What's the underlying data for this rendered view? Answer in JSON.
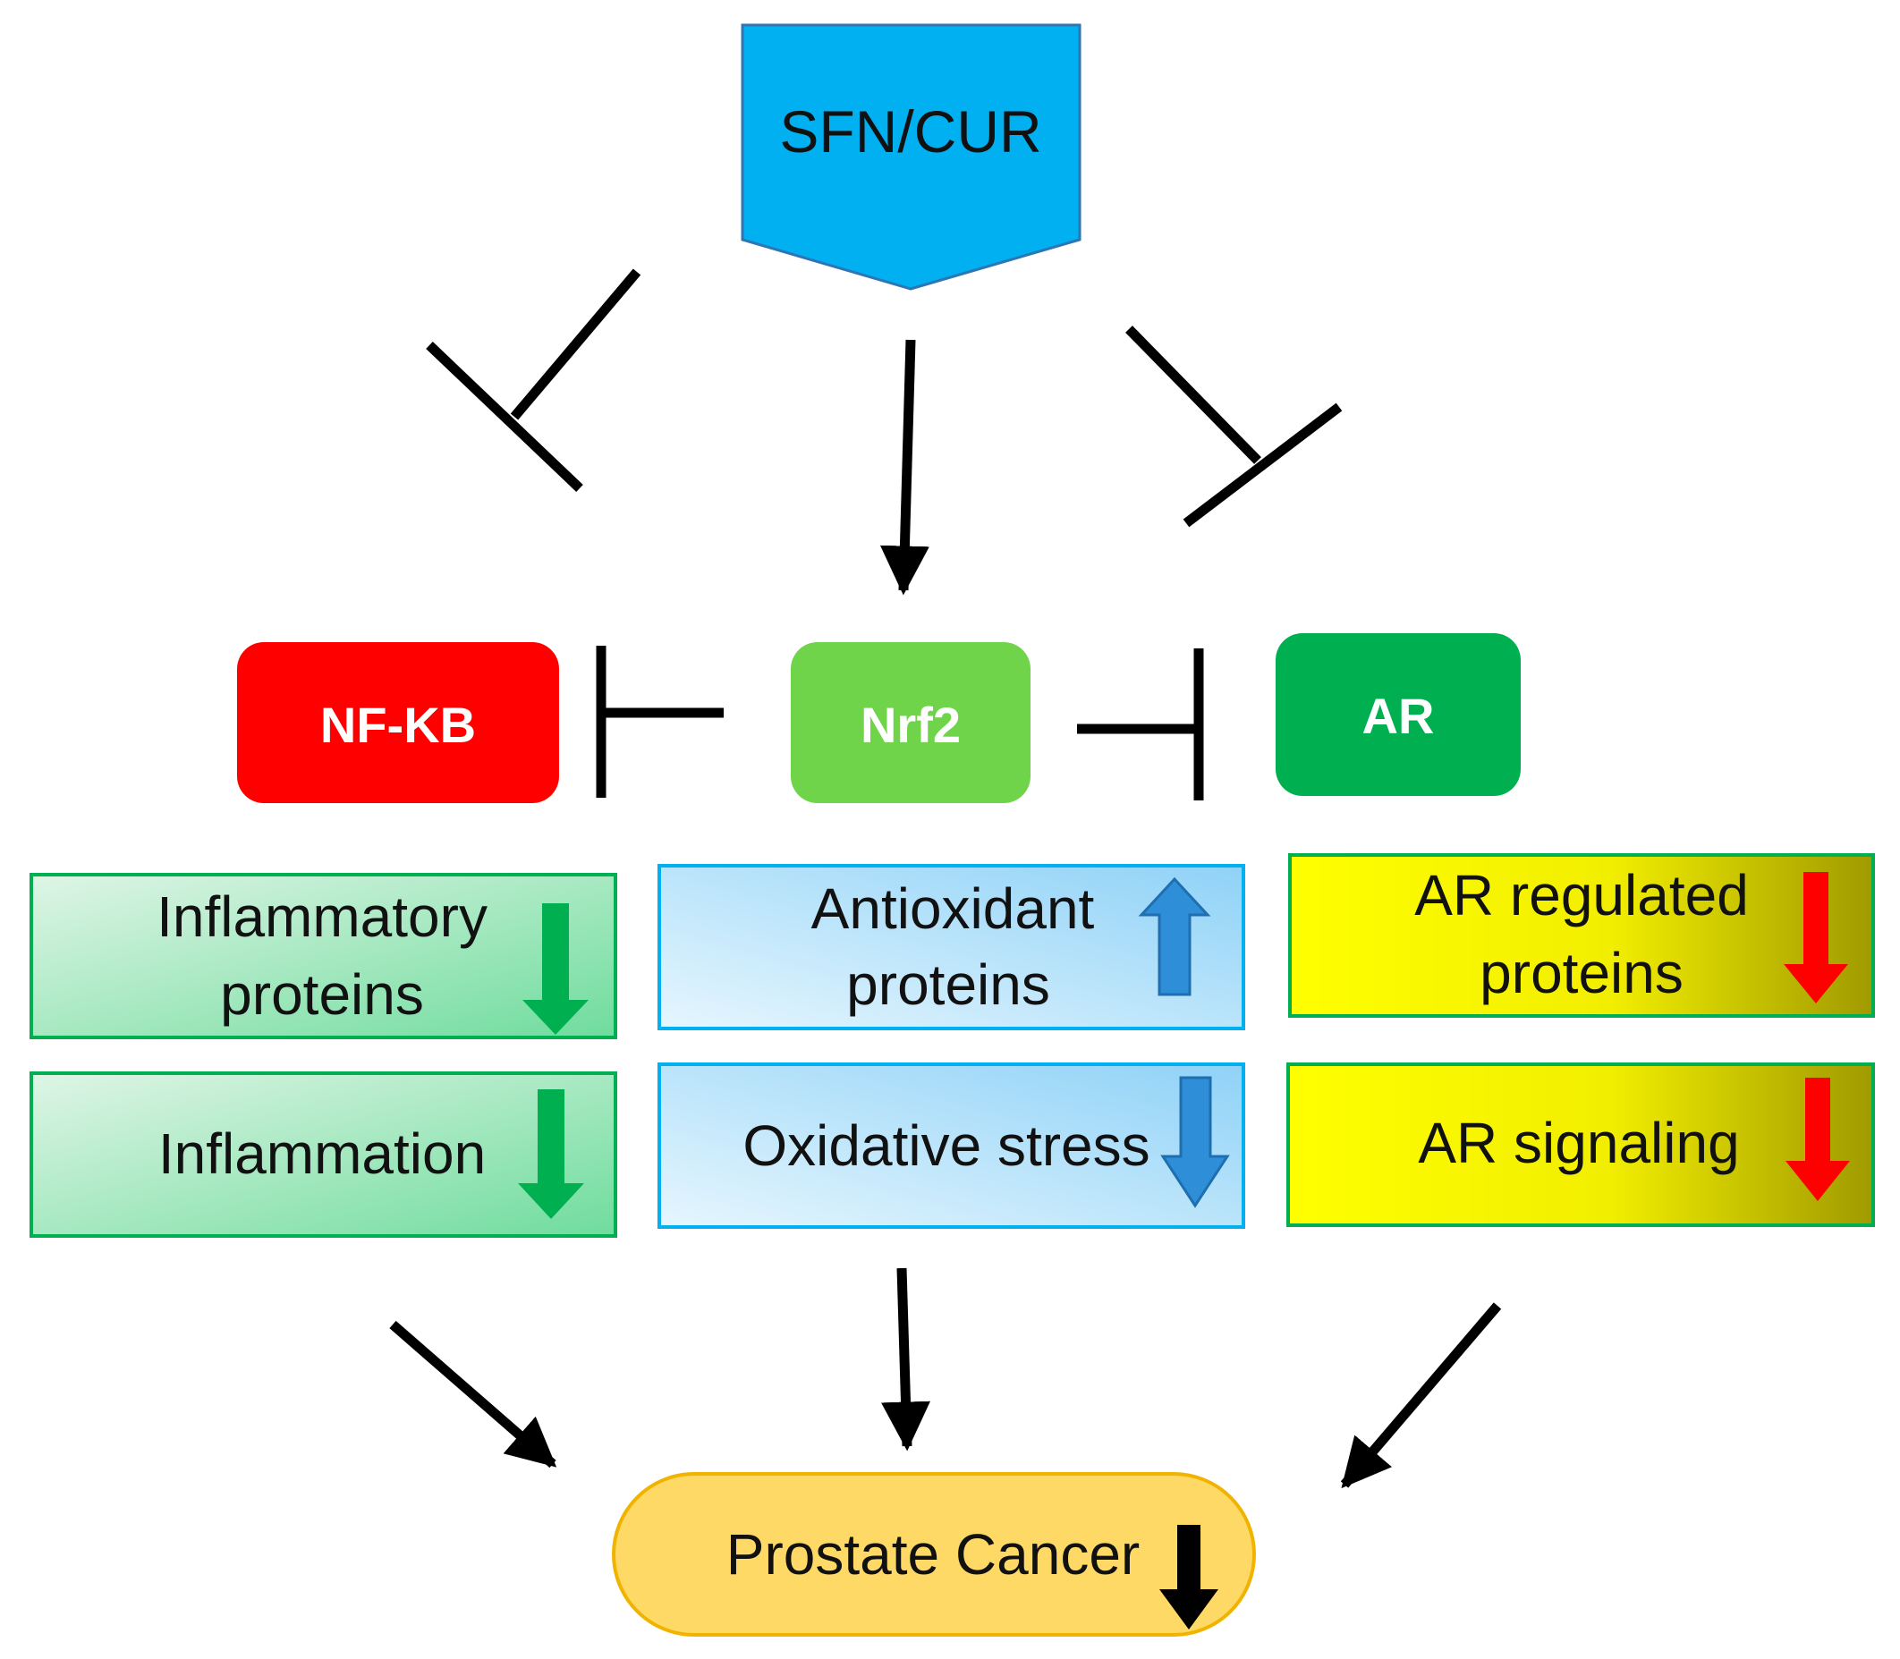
{
  "source": {
    "label": "SFN/CUR",
    "color": "#00b0f0"
  },
  "nodes": {
    "nfkb": {
      "label": "NF-KB",
      "color": "#ff0000"
    },
    "nrf2": {
      "label": "Nrf2",
      "color": "#6fd44a"
    },
    "ar": {
      "label": "AR",
      "color": "#00b050"
    }
  },
  "effects": {
    "inflammatory_proteins": {
      "line1": "Inflammatory",
      "line2": "proteins",
      "direction": "down",
      "arrow_color": "#00b050"
    },
    "inflammation": {
      "label": "Inflammation",
      "direction": "down",
      "arrow_color": "#00b050"
    },
    "antioxidant_proteins": {
      "line1": "Antioxidant",
      "line2": "proteins",
      "direction": "up",
      "arrow_color": "#2e8fd8"
    },
    "oxidative_stress": {
      "label": "Oxidative stress",
      "direction": "down",
      "arrow_color": "#2e8fd8"
    },
    "ar_regulated_proteins": {
      "line1": "AR regulated",
      "line2": "proteins",
      "direction": "down",
      "arrow_color": "#ff0000"
    },
    "ar_signaling": {
      "label": "AR signaling",
      "direction": "down",
      "arrow_color": "#ff0000"
    }
  },
  "outcome": {
    "label": "Prostate Cancer",
    "direction": "down",
    "color": "#ffd966"
  },
  "relations": [
    {
      "from": "SFN/CUR",
      "to": "NF-KB",
      "type": "inhibits"
    },
    {
      "from": "SFN/CUR",
      "to": "Nrf2",
      "type": "activates"
    },
    {
      "from": "SFN/CUR",
      "to": "AR",
      "type": "inhibits"
    },
    {
      "from": "Nrf2",
      "to": "NF-KB",
      "type": "inhibits"
    },
    {
      "from": "Nrf2",
      "to": "AR",
      "type": "inhibits"
    }
  ]
}
